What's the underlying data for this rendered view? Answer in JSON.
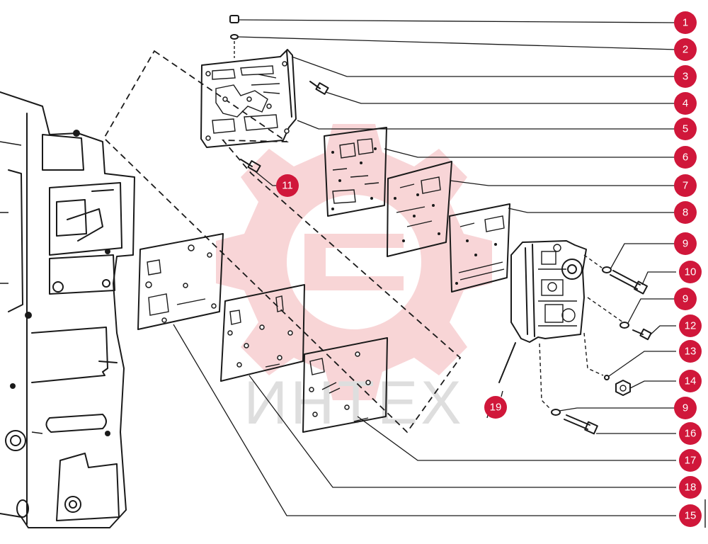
{
  "watermark": {
    "text": "ИНТЕХ",
    "color": "#f3b3b6"
  },
  "callout_color": "#d0173a",
  "callouts": {
    "c1": "1",
    "c2": "2",
    "c3": "3",
    "c4": "4",
    "c5": "5",
    "c6": "6",
    "c7": "7",
    "c8": "8",
    "c9a": "9",
    "c10": "10",
    "c9b": "9",
    "c12": "12",
    "c13": "13",
    "c14": "14",
    "c9c": "9",
    "c16": "16",
    "c17": "17",
    "c18": "18",
    "c15": "15",
    "c11": "11",
    "c19": "19"
  }
}
